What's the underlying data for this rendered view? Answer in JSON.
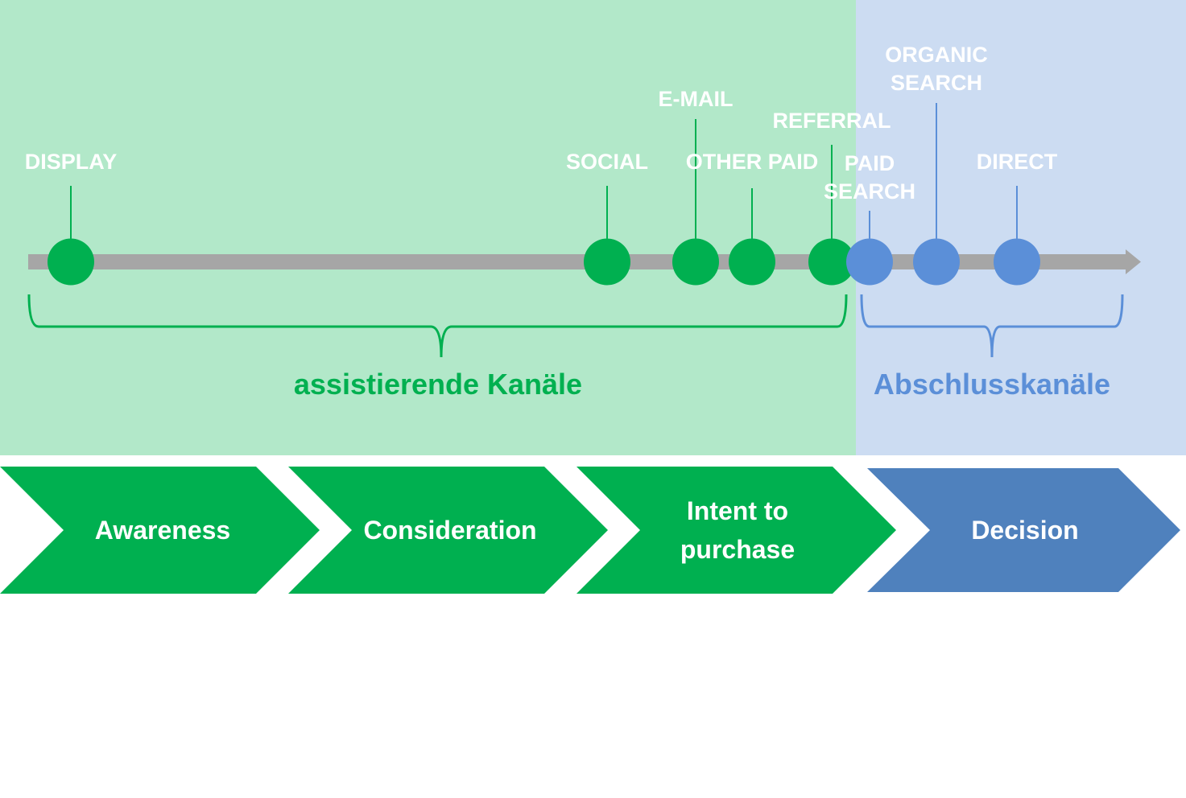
{
  "colors": {
    "assist_bg": "#b2e8c9",
    "close_bg": "#ccdcf2",
    "assist_accent": "#00b050",
    "close_accent": "#5b8fd8",
    "close_dark": "#4f81bd",
    "axis": "#a6a6a6",
    "text_on_shape": "#ffffff"
  },
  "channels": [
    {
      "label_lines": [
        "DISPLAY"
      ],
      "group": "assist"
    },
    {
      "label_lines": [
        "SOCIAL"
      ],
      "group": "assist"
    },
    {
      "label_lines": [
        "E-MAIL"
      ],
      "group": "assist"
    },
    {
      "label_lines": [
        "OTHER PAID"
      ],
      "group": "assist"
    },
    {
      "label_lines": [
        "REFERRAL"
      ],
      "group": "assist"
    },
    {
      "label_lines": [
        "PAID",
        "SEARCH"
      ],
      "group": "close"
    },
    {
      "label_lines": [
        "ORGANIC",
        "SEARCH"
      ],
      "group": "close"
    },
    {
      "label_lines": [
        "DIRECT"
      ],
      "group": "close"
    }
  ],
  "groups": {
    "assist": {
      "label": "assistierende Kanäle"
    },
    "close": {
      "label": "Abschlusskanäle"
    }
  },
  "stages": [
    {
      "lines": [
        "Awareness"
      ],
      "group": "assist"
    },
    {
      "lines": [
        "Consideration"
      ],
      "group": "assist"
    },
    {
      "lines": [
        "Intent to",
        "purchase"
      ],
      "group": "assist"
    },
    {
      "lines": [
        "Decision"
      ],
      "group": "close"
    }
  ]
}
